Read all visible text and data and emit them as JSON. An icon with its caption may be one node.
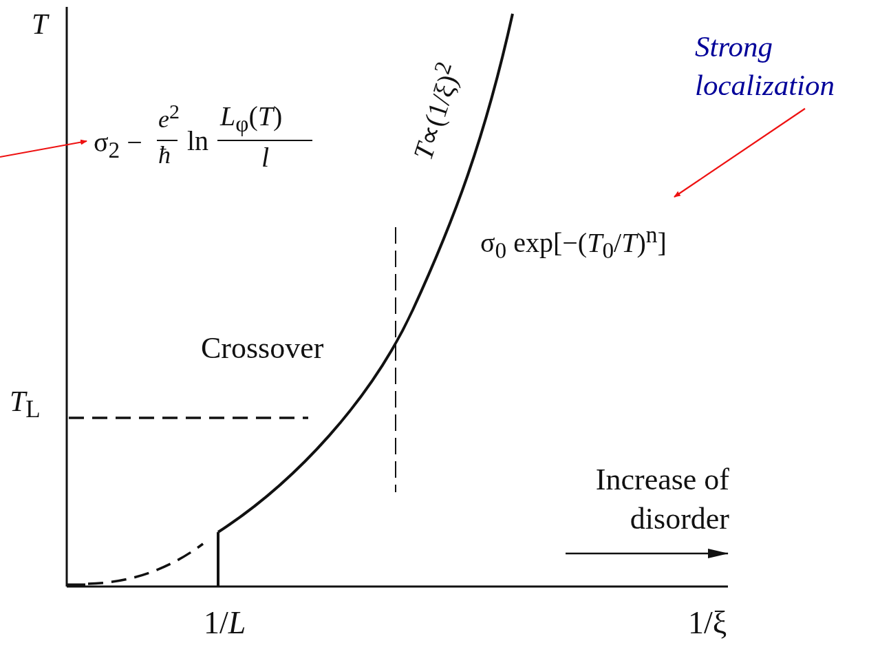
{
  "diagram": {
    "nodes": [
      {
        "text": [
          "σ$_{2}$ −",
          "*e*$^{2}$",
          "*ħ*",
          "ln",
          "*L*$_{φ}$(*T*)",
          "*l*"
        ]
      },
      {
        "text": [
          "Strong localization"
        ]
      },
      {
        "text": [
          "σ$_{0}$ exp[−(*T*$_{0}$/*T*)$^{n}$]"
        ]
      }
    ],
    "edges": [
      {
        "from": null,
        "to": 0,
        "arrow": "to"
      },
      {
        "from": 1,
        "to": 2,
        "arrow": "to"
      }
    ],
    "labels": [
      "T",
      "*T*∝(1/ξ)$^{2}$",
      "Crossover",
      "*T*$_{L}$",
      "Increase of disorder",
      "1/*L*",
      "1/ξ"
    ]
  }
}
